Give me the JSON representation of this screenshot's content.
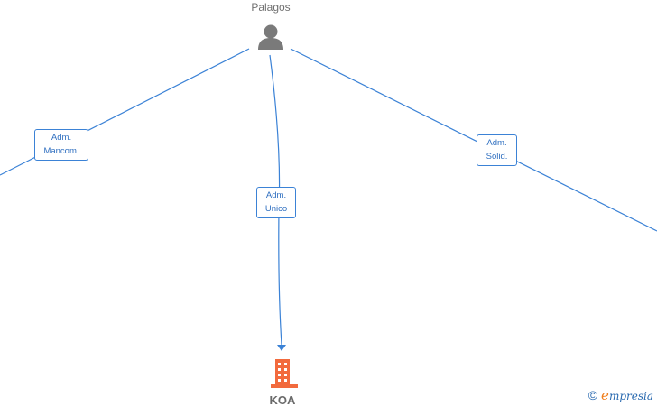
{
  "nodes": {
    "person": {
      "label": "Palagos"
    },
    "company": {
      "label": "KOA"
    }
  },
  "edges": [
    {
      "id": "adm-mancom",
      "line1": "Adm.",
      "line2": "Mancom."
    },
    {
      "id": "adm-unico",
      "line1": "Adm.",
      "line2": "Unico"
    },
    {
      "id": "adm-solid",
      "line1": "Adm.",
      "line2": "Solid."
    }
  ],
  "watermark": {
    "copyright": "©",
    "brand_first": "e",
    "brand_rest": "mpresia"
  },
  "colors": {
    "edge": "#3b82d6",
    "person_icon": "#7a7a7a",
    "company_icon": "#f26a3d",
    "watermark_accent": "#f08020"
  },
  "icons": {
    "person": "person-silhouette-icon",
    "company": "building-icon"
  }
}
